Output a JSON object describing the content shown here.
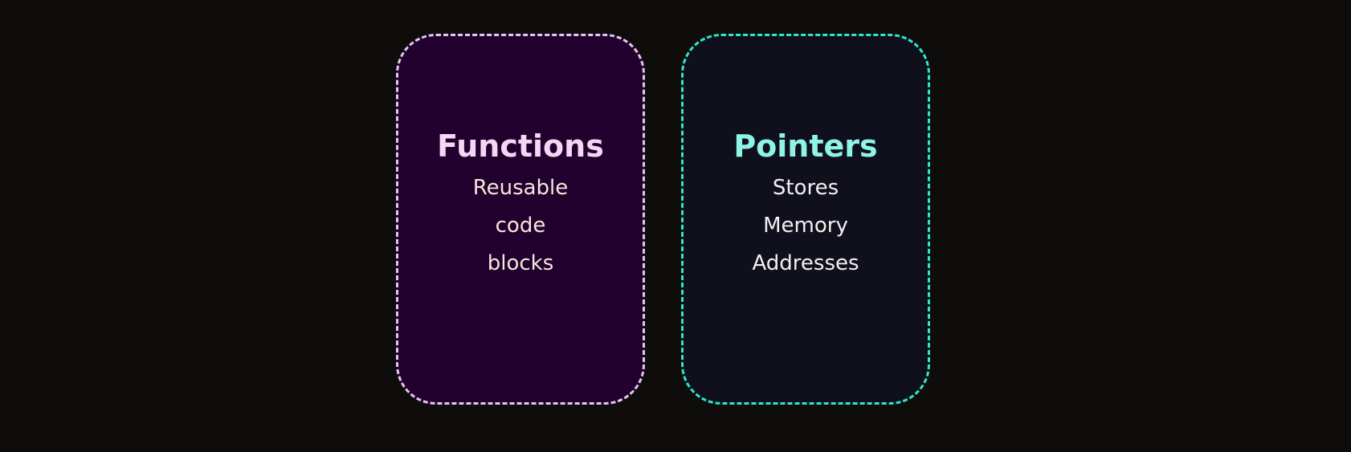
{
  "colors": {
    "background": "#0e0d0c",
    "functions_fill": "#22012f",
    "functions_border": "#e6c6ec",
    "functions_title": "#f7d6f4",
    "pointers_fill": "#10101c",
    "pointers_border": "#2de8c4",
    "pointers_title": "#8ff3e6"
  },
  "cards": [
    {
      "title": "Functions",
      "lines": [
        "Reusable",
        "code",
        "blocks"
      ]
    },
    {
      "title": "Pointers",
      "lines": [
        "Stores",
        "Memory",
        "Addresses"
      ]
    }
  ]
}
